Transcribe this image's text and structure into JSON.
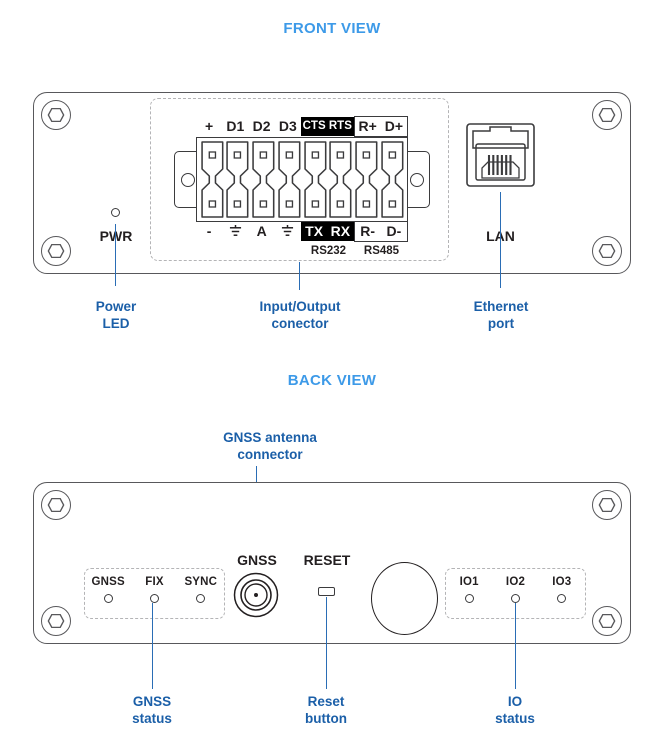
{
  "views": {
    "front_title": "FRONT VIEW",
    "back_title": "BACK VIEW"
  },
  "colors": {
    "view_title_blue": "#3d9ae8",
    "callout_blue": "#1b5fa8",
    "leader_blue": "#2a6db5",
    "outline_gray": "#58585b",
    "dash_gray": "#b4b4b6",
    "ink_black": "#231f20"
  },
  "front": {
    "pwr_label": "PWR",
    "lan_label": "LAN",
    "terminal_top_labels": [
      "+",
      "D1",
      "D2",
      "D3",
      "CTS",
      "RTS",
      "R+",
      "D+"
    ],
    "terminal_bottom_labels": [
      "-",
      "⏚",
      "A",
      "⏚",
      "TX",
      "RX",
      "R-",
      "D-"
    ],
    "bus_labels": [
      "RS232",
      "RS485"
    ],
    "terminal_count": 8,
    "callouts": [
      {
        "line1": "Power",
        "line2": "LED"
      },
      {
        "line1": "Input/Output",
        "line2": "conector"
      },
      {
        "line1": "Ethernet",
        "line2": "port"
      }
    ]
  },
  "back": {
    "gnss_label": "GNSS",
    "reset_label": "RESET",
    "gnss_leds": [
      "GNSS",
      "FIX",
      "SYNC"
    ],
    "io_leds": [
      "IO1",
      "IO2",
      "IO3"
    ],
    "antenna_callout": {
      "line1": "GNSS antenna",
      "line2": "connector"
    },
    "callouts": [
      {
        "line1": "GNSS",
        "line2": "status"
      },
      {
        "line1": "Reset",
        "line2": "button"
      },
      {
        "line1": "IO",
        "line2": "status"
      }
    ]
  }
}
